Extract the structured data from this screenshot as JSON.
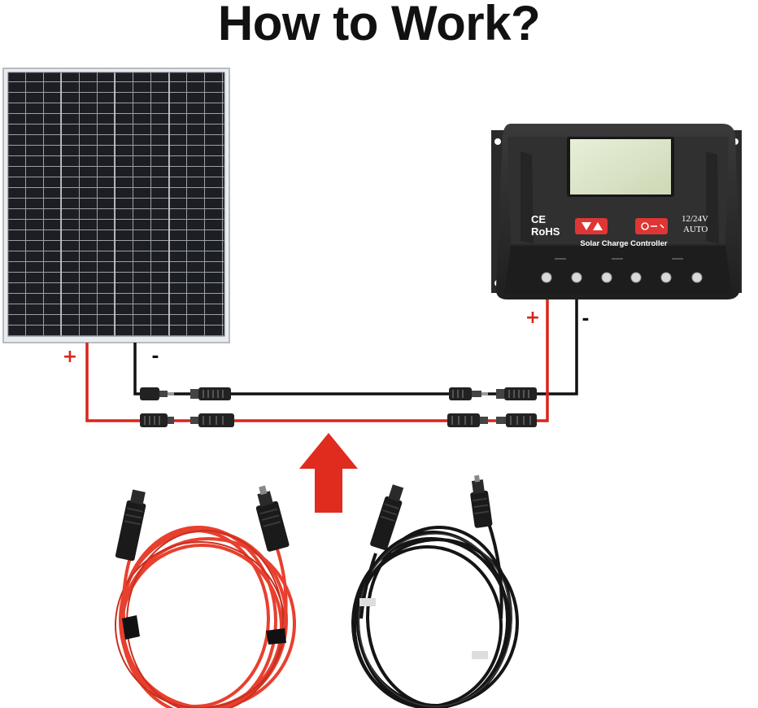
{
  "title": "How to Work?",
  "colors": {
    "positive_wire": "#d9251c",
    "negative_wire": "#111111",
    "arrow": "#e02b1f",
    "controller_body": "#2b2b2b",
    "lcd": "#dce6c8",
    "button_red": "#e03535",
    "panel_cell": "#1c1e23"
  },
  "solar_panel": {
    "positive_label": "+",
    "negative_label": "-"
  },
  "controller": {
    "ce_mark": "CE",
    "rohs_mark": "RoHS",
    "voltage": "12/24V",
    "mode": "AUTO",
    "name": "Solar Charge Controller",
    "positive_label": "+",
    "negative_label": "-",
    "terminal_count": 6
  },
  "icons": [
    "solar-panel-icon",
    "charge-controller-icon",
    "mc4-connector-icon",
    "up-arrow-icon",
    "red-cable-coil-icon",
    "black-cable-coil-icon"
  ]
}
